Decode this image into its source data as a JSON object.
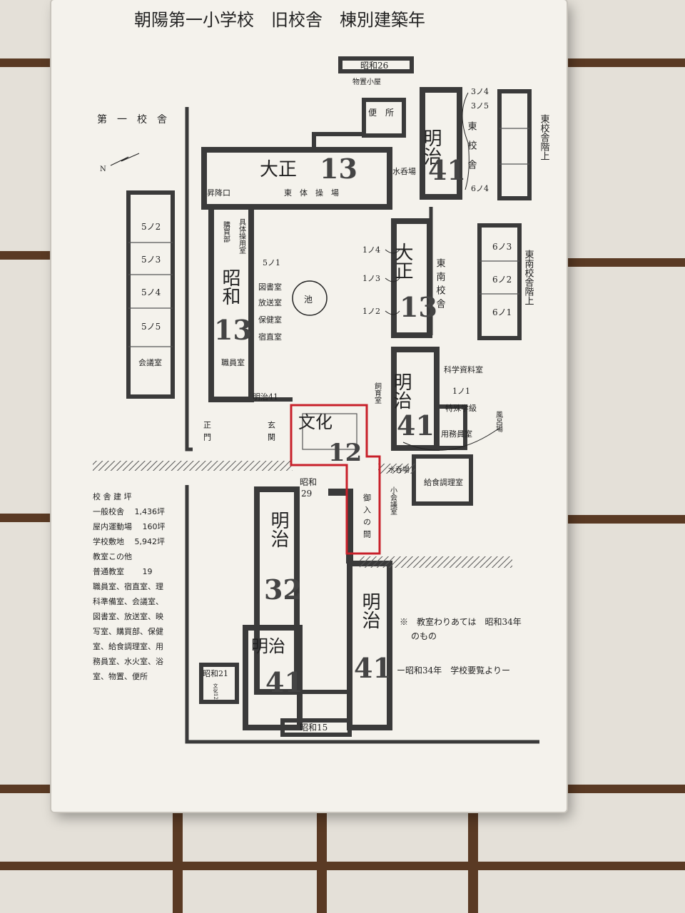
{
  "title": "朝陽第一小学校　旧校舎　棟別建築年",
  "labels": {
    "showa26": "昭和26",
    "storage_hut": "物置小屋",
    "toilet": "便　所",
    "first_bldg": "第　一　校　舎",
    "north": "N",
    "taisho": "大正",
    "n13": "13",
    "east_gym": "東　体　操　場",
    "water_room": "水呑場",
    "lift": "昇降口",
    "meiji": "明治",
    "n41": "41",
    "r34": "3ノ4",
    "r35": "3ノ5",
    "r64": "6ノ4",
    "east_bldg_v": "東校舎",
    "east_upper": "東校舎階上",
    "r52": "5ノ2",
    "r53": "5ノ3",
    "r54": "5ノ4",
    "r55": "5ノ5",
    "meeting": "会議室",
    "purchase": "購買部",
    "equipment": "具体操用室",
    "showa": "昭和",
    "r51": "5ノ1",
    "library": "図書室",
    "broadcast": "放送室",
    "health": "保健室",
    "night": "宿直室",
    "staff": "職員室",
    "pond": "池",
    "r14": "1ノ4",
    "r13": "1ノ3",
    "r12": "1ノ2",
    "southeast_v": "東南校舎",
    "r63": "6ノ3",
    "r62": "6ノ2",
    "r61": "6ノ1",
    "southeast_upper": "東南校舎階上",
    "science": "科学資料室",
    "r11": "1ノ1",
    "special": "特殊学級",
    "bath": "風呂場",
    "janitor": "用務員室",
    "kitchen": "給食調理室",
    "gate": "正門",
    "entrance": "玄関",
    "bunka": "文化",
    "n12": "12",
    "meiji41s": "明治41",
    "breeding": "飼育室",
    "water2": "水呑場",
    "small_meeting": "小会議室",
    "showa29a": "昭和",
    "showa29b": "29",
    "goiri": "御入の間",
    "n32": "32",
    "showa21": "昭和21",
    "bunka12s": "文化12",
    "showa15": "昭和15",
    "note1": "※　教室わりあては　昭和34年",
    "note2": "のもの",
    "note3": "ー昭和34年　学校要覧よりー"
  },
  "legend": [
    "校 舎 建 坪",
    "一般校舎　 1,436坪",
    "屋内運動場　 160坪",
    "学校敷地　 5,942坪",
    "教室この他",
    "普通教室　　 19",
    "職員室、宿直室、理",
    "科準備室、会議室、",
    "図書室、放送室、映",
    "写室、購買部、保健",
    "室、給食調理室、用",
    "務員室、水火室、浴",
    "室、物置、便所"
  ],
  "colors": {
    "wall": "#3a3a3a",
    "highlight": "#c8202a",
    "board": "#f4f2ec"
  }
}
